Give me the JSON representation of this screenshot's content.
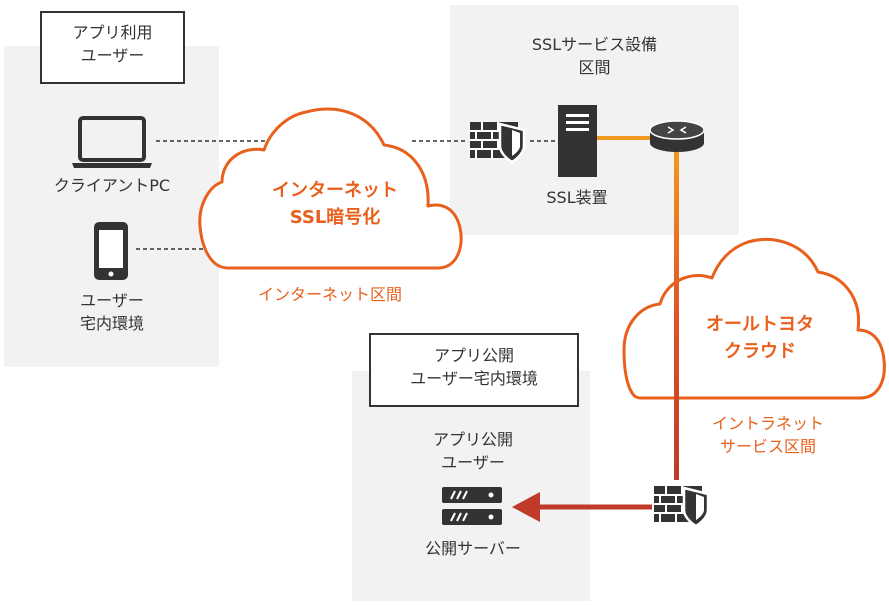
{
  "colors": {
    "accent": "#e8601c",
    "dark_red": "#c0392b",
    "zone_bg": "#f2f2f2",
    "icon": "#333333"
  },
  "icons": [
    "laptop-icon",
    "smartphone-icon",
    "firewall-icon",
    "ssl-server-icon",
    "router-icon",
    "public-server-icon",
    "cloud-icon",
    "arrow-icon"
  ],
  "zones": {
    "user_home": {
      "label": "アプリ利用\nユーザー",
      "laptop_caption": "クライアントPC",
      "phone_caption": "ユーザー\n宅内環境"
    },
    "ssl_zone": {
      "title": "SSLサービス設備\n区間",
      "device_caption": "SSL装置"
    },
    "public_zone": {
      "label": "アプリ公開\nユーザー宅内環境",
      "user_caption": "アプリ公開\nユーザー",
      "server_caption": "公開サーバー"
    }
  },
  "clouds": {
    "internet": {
      "label": "インターネット\nSSL暗号化",
      "section_caption": "インターネット区間"
    },
    "all_toyota": {
      "label": "オールトヨタ\nクラウド",
      "section_caption": "イントラネット\nサービス区間"
    }
  }
}
